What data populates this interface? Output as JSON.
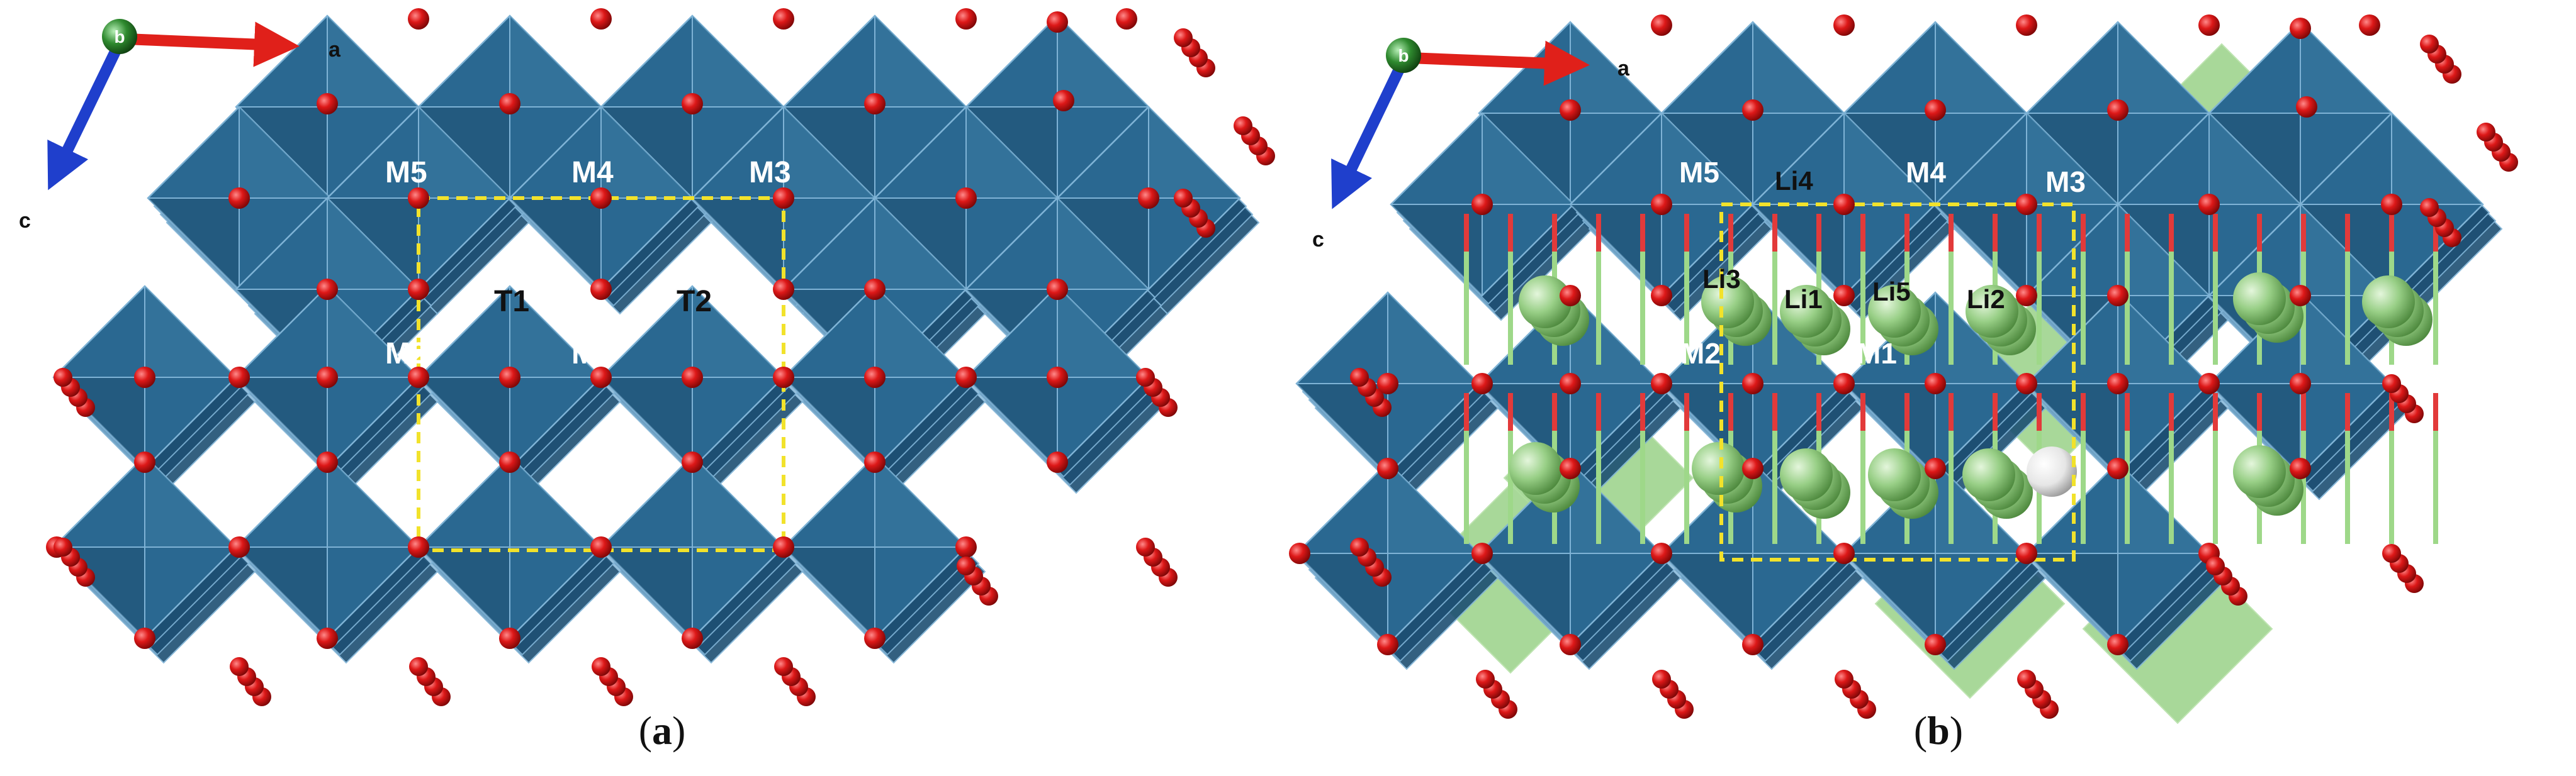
{
  "colors": {
    "octa_face": "#2a6891",
    "octa_edge": "#7fb3d6",
    "octa_dark": "#1d4f73",
    "oxygen": "#dd1818",
    "li_sphere": "#98cf86",
    "li_face": "#8bcb78",
    "unit_cell": "#f2e22b",
    "axis_a": "#e0201a",
    "axis_c": "#1f3fcc",
    "axis_b": "#2f8a2f",
    "white_atom": "#efefef"
  },
  "axes": {
    "a": "a",
    "b": "b",
    "c": "c"
  },
  "panels": [
    {
      "caption": "a",
      "site_labels": {
        "m5": "M5",
        "m4": "M4",
        "m3": "M3",
        "m2": "M2",
        "m1": "M1",
        "t1": "T1",
        "t2": "T2"
      }
    },
    {
      "caption": "b",
      "site_labels": {
        "m5": "M5",
        "m4": "M4",
        "m3": "M3",
        "m2": "M2",
        "m1": "M1",
        "li4": "Li4",
        "li3": "Li3",
        "li1": "Li1",
        "li5": "Li5",
        "li2": "Li2"
      }
    }
  ]
}
